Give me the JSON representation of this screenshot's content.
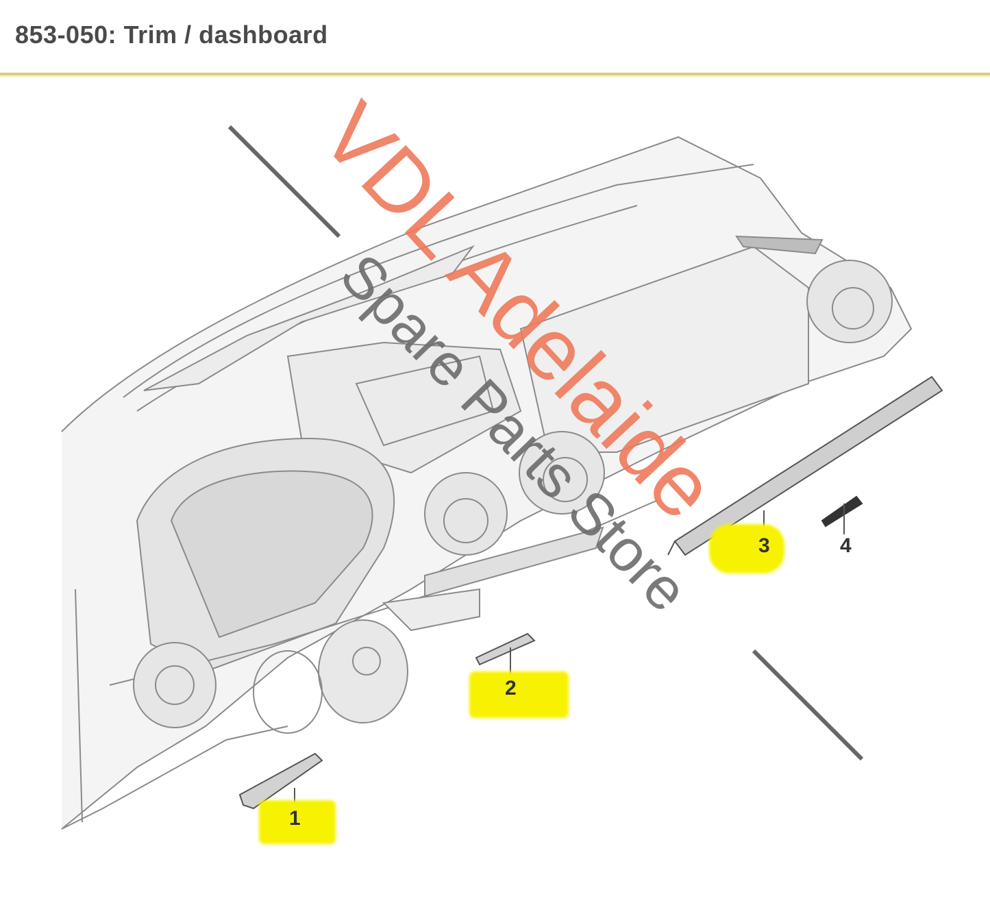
{
  "header": {
    "title": "853-050: Trim / dashboard"
  },
  "diagram": {
    "callouts": [
      {
        "number": "1",
        "highlighted": true
      },
      {
        "number": "2",
        "highlighted": true
      },
      {
        "number": "3",
        "highlighted": true
      },
      {
        "number": "4",
        "highlighted": false
      }
    ],
    "highlight_color": "#f7f200"
  },
  "watermark": {
    "line1": "VDL Adelaide",
    "line2": "Spare Parts Store",
    "line1_color": "#ef7a5b",
    "line2_color": "#6c6c6c"
  }
}
